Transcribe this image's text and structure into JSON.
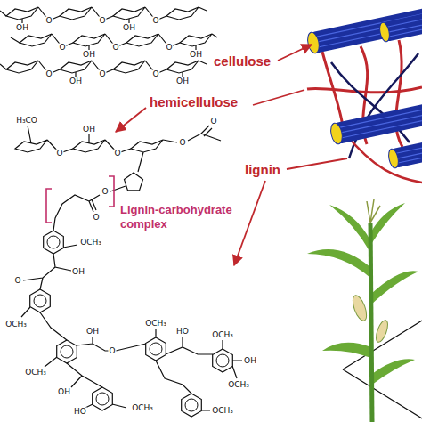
{
  "diagram": {
    "labels": [
      "cellulose",
      "hemicellulose",
      "lignin",
      "Lignin-carbohydrate complex",
      "O",
      "O",
      "O",
      "OH",
      "OH",
      "O",
      "O",
      "O",
      "OH",
      "OH",
      "O",
      "O",
      "O",
      "OH",
      "OH",
      "H₃CO",
      "O",
      "O",
      "OH",
      "O",
      "O",
      "O",
      "O",
      "OCH₃",
      "OH",
      "O",
      "OCH₃",
      "OCH₃",
      "O",
      "OH",
      "OCH₃",
      "HO",
      "OCH₃",
      "OH",
      "OCH₃",
      "OH",
      "OCH₃",
      "HO",
      "OCH₃"
    ]
  }
}
